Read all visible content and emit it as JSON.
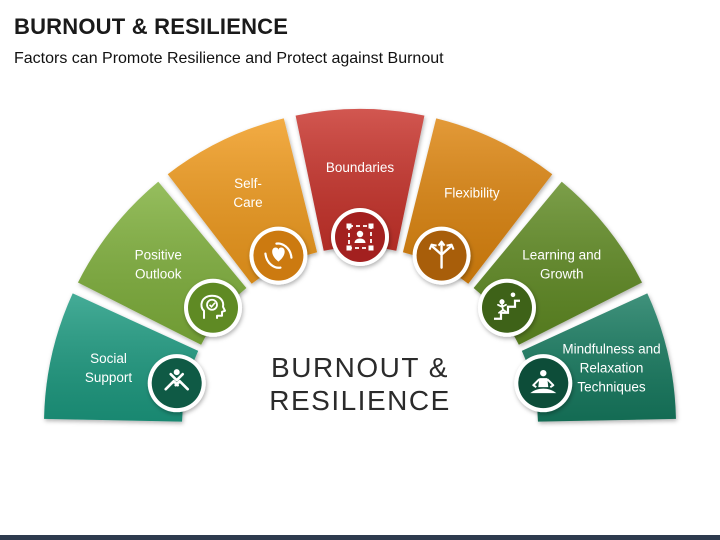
{
  "header": {
    "title": "BURNOUT & RESILIENCE",
    "subtitle": "Factors can Promote Resilience and Protect against Burnout"
  },
  "center": {
    "line1": "BURNOUT &",
    "line2": "RESILIENCE"
  },
  "segments": [
    {
      "label": [
        "Social",
        "Support"
      ],
      "color": "#1a9a80",
      "iconColor": "#0f5a45",
      "icon": "hands-together-icon"
    },
    {
      "label": [
        "Positive",
        "Outlook"
      ],
      "color": "#7fb03a",
      "iconColor": "#5f8a24",
      "icon": "head-check-icon"
    },
    {
      "label": [
        "Self-",
        "Care"
      ],
      "color": "#f09a1a",
      "iconColor": "#cc7a10",
      "icon": "heart-hands-icon"
    },
    {
      "label": [
        "Boundaries"
      ],
      "color": "#c8302c",
      "iconColor": "#a3201f",
      "icon": "person-frame-icon"
    },
    {
      "label": [
        "Flexibility"
      ],
      "color": "#dd8410",
      "iconColor": "#a85e0a",
      "icon": "split-arrows-icon"
    },
    {
      "label": [
        "Learning and",
        "Growth"
      ],
      "color": "#5f8a24",
      "iconColor": "#3e6218",
      "icon": "climbing-steps-icon"
    },
    {
      "label": [
        "Mindfulness and",
        "Relaxation",
        "Techniques"
      ],
      "color": "#167a5e",
      "iconColor": "#0d4d39",
      "icon": "meditation-icon"
    }
  ]
}
